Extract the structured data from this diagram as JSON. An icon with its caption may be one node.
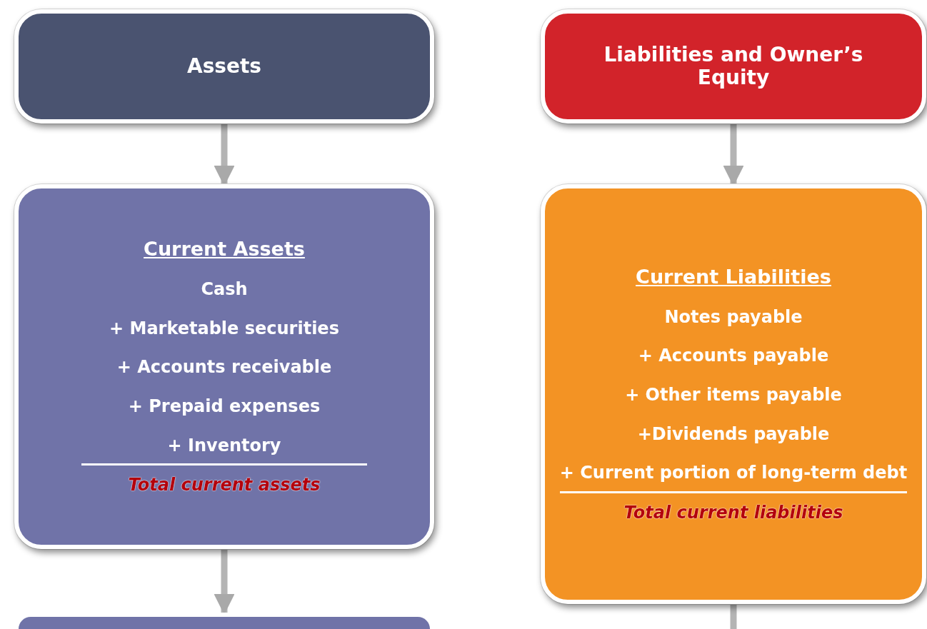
{
  "diagram": {
    "nodes": [
      {
        "text": [
          "Assets"
        ]
      },
      {
        "text": [
          "Liabilities and Owner’s Equity"
        ]
      },
      {
        "text": [
          "Current Assets",
          "Cash",
          "+ Marketable securities",
          "+ Accounts receivable",
          "+ Prepaid expenses",
          "+ Inventory",
          "Total current assets"
        ]
      },
      {
        "text": [
          "Current Liabilities",
          "Notes payable",
          "+ Accounts payable",
          "+ Other items payable",
          "+Dividends payable",
          "+ Current portion of long-term debt",
          "Total current liabilities"
        ]
      },
      {
        "text": [],
        "shape": "box"
      }
    ],
    "edges": [
      {
        "from": 0,
        "to": 2,
        "arrow": "to"
      },
      {
        "from": 2,
        "to": 4,
        "arrow": "to"
      },
      {
        "from": 1,
        "to": 3,
        "arrow": "to"
      },
      {
        "from": 3,
        "to": null,
        "arrow": "none"
      }
    ]
  }
}
